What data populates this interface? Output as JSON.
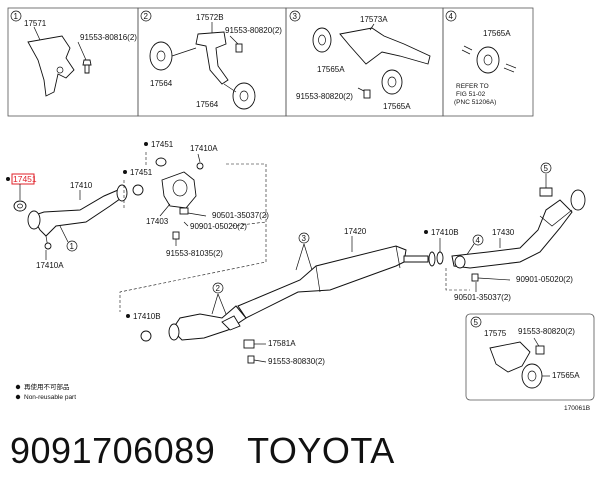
{
  "insets": [
    {
      "index": "1",
      "labels": [
        "17571",
        "91553-80816(2)"
      ]
    },
    {
      "index": "2",
      "labels": [
        "17572B",
        "91553-80820(2)",
        "17564",
        "17564"
      ]
    },
    {
      "index": "3",
      "labels": [
        "17573A",
        "17565A",
        "91553-80820(2)",
        "17565A"
      ]
    },
    {
      "index": "4",
      "labels": [
        "17565A",
        "REFER TO",
        "FIG 51-02",
        "(PNC 51206A)"
      ]
    }
  ],
  "main_labels": {
    "p17451_highlight": "17451",
    "p17410": "17410",
    "p17410A_left": "17410A",
    "p17451_top": "17451",
    "p17451_mid": "17451",
    "p17410A_top": "17410A",
    "p17403": "17403",
    "p90501_a": "90501-35037(2)",
    "p90901_a": "90901-05020(2)",
    "p91553_a": "91553-81035(2)",
    "p17420": "17420",
    "p17410B_right": "17410B",
    "p17430": "17430",
    "p90901_b": "90901-05020(2)",
    "p90501_b": "90501-35037(2)",
    "p17410B_left": "17410B",
    "p17581A": "17581A",
    "p91553_b": "91553-80830(2)",
    "callout_1": "1",
    "callout_2": "2",
    "callout_3": "3",
    "callout_4": "4",
    "callout_5": "5"
  },
  "inset5": {
    "index": "5",
    "labels": [
      "17575",
      "91553-80820(2)",
      "17565A"
    ]
  },
  "legend": {
    "line1": "再使用不可部品",
    "line2": "Non-reusable part"
  },
  "figure_code": "170061B",
  "footer": {
    "part_number": "9091706089",
    "brand": "TOYOTA"
  },
  "colors": {
    "highlight": "#e0202a",
    "ink": "#111111"
  }
}
